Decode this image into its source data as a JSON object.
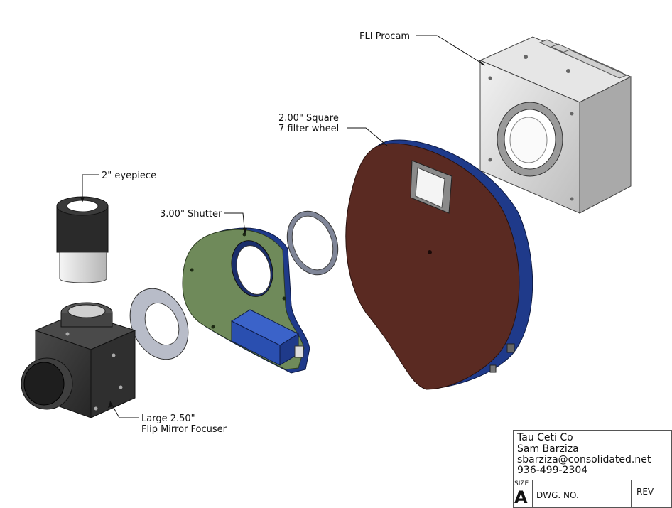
{
  "callouts": {
    "camera": "FLI Procam",
    "filter_wheel_line1": "2.00\" Square",
    "filter_wheel_line2": "7 filter wheel",
    "eyepiece": "2\" eyepiece",
    "shutter": "3.00\" Shutter",
    "focuser_line1": "Large 2.50\"",
    "focuser_line2": "Flip Mirror Focuser"
  },
  "title_block": {
    "company": "Tau Ceti Co",
    "name": "Sam Barziza",
    "email": "sbarziza@consolidated.net",
    "phone": "936-499-2304",
    "size_label": "SIZE",
    "size_value": "A",
    "dwg_no_label": "DWG.  NO.",
    "rev_label": "REV"
  },
  "colors": {
    "camera": "#d4d4d4",
    "filter_wheel": "#5a2a22",
    "filter_wheel_edge": "#1f3a8a",
    "shutter": "#6f8a5a",
    "shutter_edge": "#1f3a8a",
    "shutter_motor": "#2a4fb0",
    "focuser": "#3a3a3a",
    "eyepiece_top": "#2a2a2a",
    "eyepiece_bottom": "#d8d8d8",
    "rings": "#b8bcc8"
  }
}
